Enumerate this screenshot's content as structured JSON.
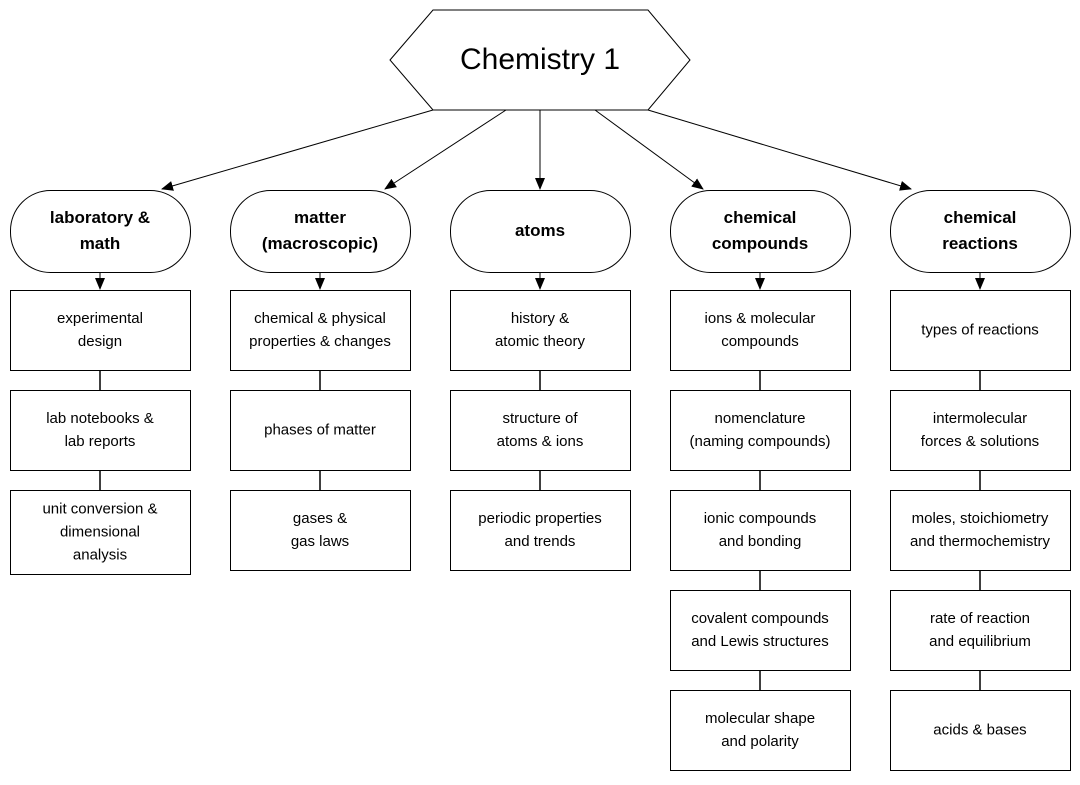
{
  "title": "Chemistry 1",
  "categories": [
    {
      "label_lines": [
        "laboratory &",
        "math"
      ],
      "topics": [
        [
          "experimental",
          "design"
        ],
        [
          "lab notebooks &",
          "lab reports"
        ],
        [
          "unit conversion &",
          "dimensional",
          "analysis"
        ]
      ]
    },
    {
      "label_lines": [
        "matter",
        "(macroscopic)"
      ],
      "topics": [
        [
          "chemical & physical",
          "properties & changes"
        ],
        [
          "phases of matter"
        ],
        [
          "gases &",
          "gas laws"
        ]
      ]
    },
    {
      "label_lines": [
        "atoms"
      ],
      "topics": [
        [
          "history &",
          "atomic theory"
        ],
        [
          "structure of",
          "atoms & ions"
        ],
        [
          "periodic properties",
          "and trends"
        ]
      ]
    },
    {
      "label_lines": [
        "chemical",
        "compounds"
      ],
      "topics": [
        [
          "ions & molecular",
          "compounds"
        ],
        [
          "nomenclature",
          "(naming compounds)"
        ],
        [
          "ionic compounds",
          "and bonding"
        ],
        [
          "covalent compounds",
          "and Lewis structures"
        ],
        [
          "molecular shape",
          "and polarity"
        ]
      ]
    },
    {
      "label_lines": [
        "chemical",
        "reactions"
      ],
      "topics": [
        [
          "types of reactions"
        ],
        [
          "intermolecular",
          "forces & solutions"
        ],
        [
          "moles, stoichiometry",
          "and thermochemistry"
        ],
        [
          "rate of reaction",
          "and equilibrium"
        ],
        [
          "acids & bases"
        ]
      ]
    }
  ]
}
